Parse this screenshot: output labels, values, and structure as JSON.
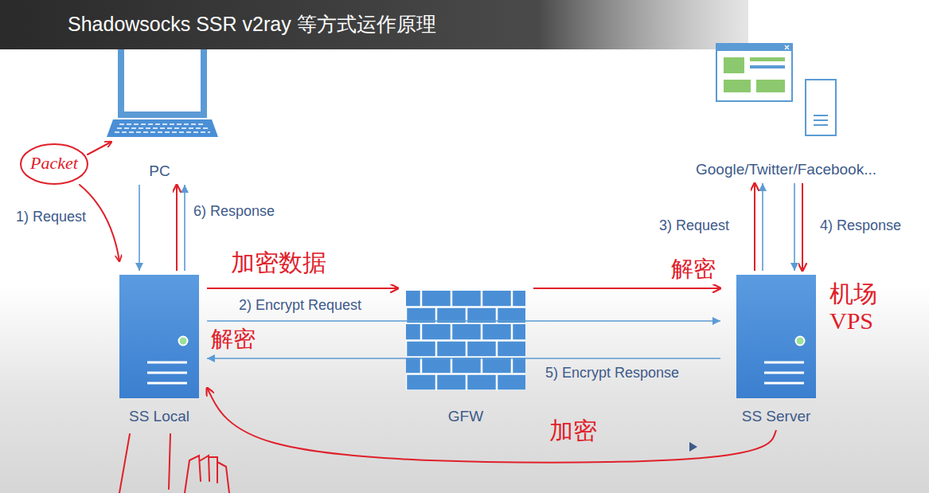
{
  "diagram": {
    "title": "Shadowsocks SSR v2ray 等方式运作原理",
    "nodes": [
      {
        "text": [
          "PC"
        ]
      },
      {
        "text": [
          "Google/Twitter/Facebook..."
        ]
      },
      {
        "text": [
          "SS Local"
        ]
      },
      {
        "text": [
          "GFW"
        ]
      },
      {
        "text": [
          "SS Server"
        ]
      }
    ],
    "edges": [
      {
        "from": 0,
        "to": 2,
        "arrow": "to",
        "label": "1) Request"
      },
      {
        "from": 2,
        "to": 0,
        "arrow": "to",
        "label": "6) Response"
      },
      {
        "from": 2,
        "to": 4,
        "arrow": "to",
        "label": "2) Encrypt Request"
      },
      {
        "from": 4,
        "to": 2,
        "arrow": "to",
        "label": "5) Encrypt Response"
      },
      {
        "from": 4,
        "to": 1,
        "arrow": "to",
        "label": "3) Request"
      },
      {
        "from": 1,
        "to": 4,
        "arrow": "to",
        "label": "4) Response"
      },
      {
        "from": 2,
        "to": 3,
        "arrow": "to",
        "label": "加密数据"
      },
      {
        "from": 3,
        "to": 4,
        "arrow": "to"
      },
      {
        "from": 4,
        "to": 2,
        "arrow": "to",
        "label": "加密"
      },
      {
        "from": 2,
        "to": 0,
        "arrow": "to"
      },
      {
        "from": 4,
        "to": 1,
        "arrow": "to"
      },
      {
        "from": 1,
        "to": 4,
        "arrow": "to"
      }
    ],
    "labels": [
      "Packet",
      "解密",
      "解密",
      "机场 VPS"
    ]
  }
}
